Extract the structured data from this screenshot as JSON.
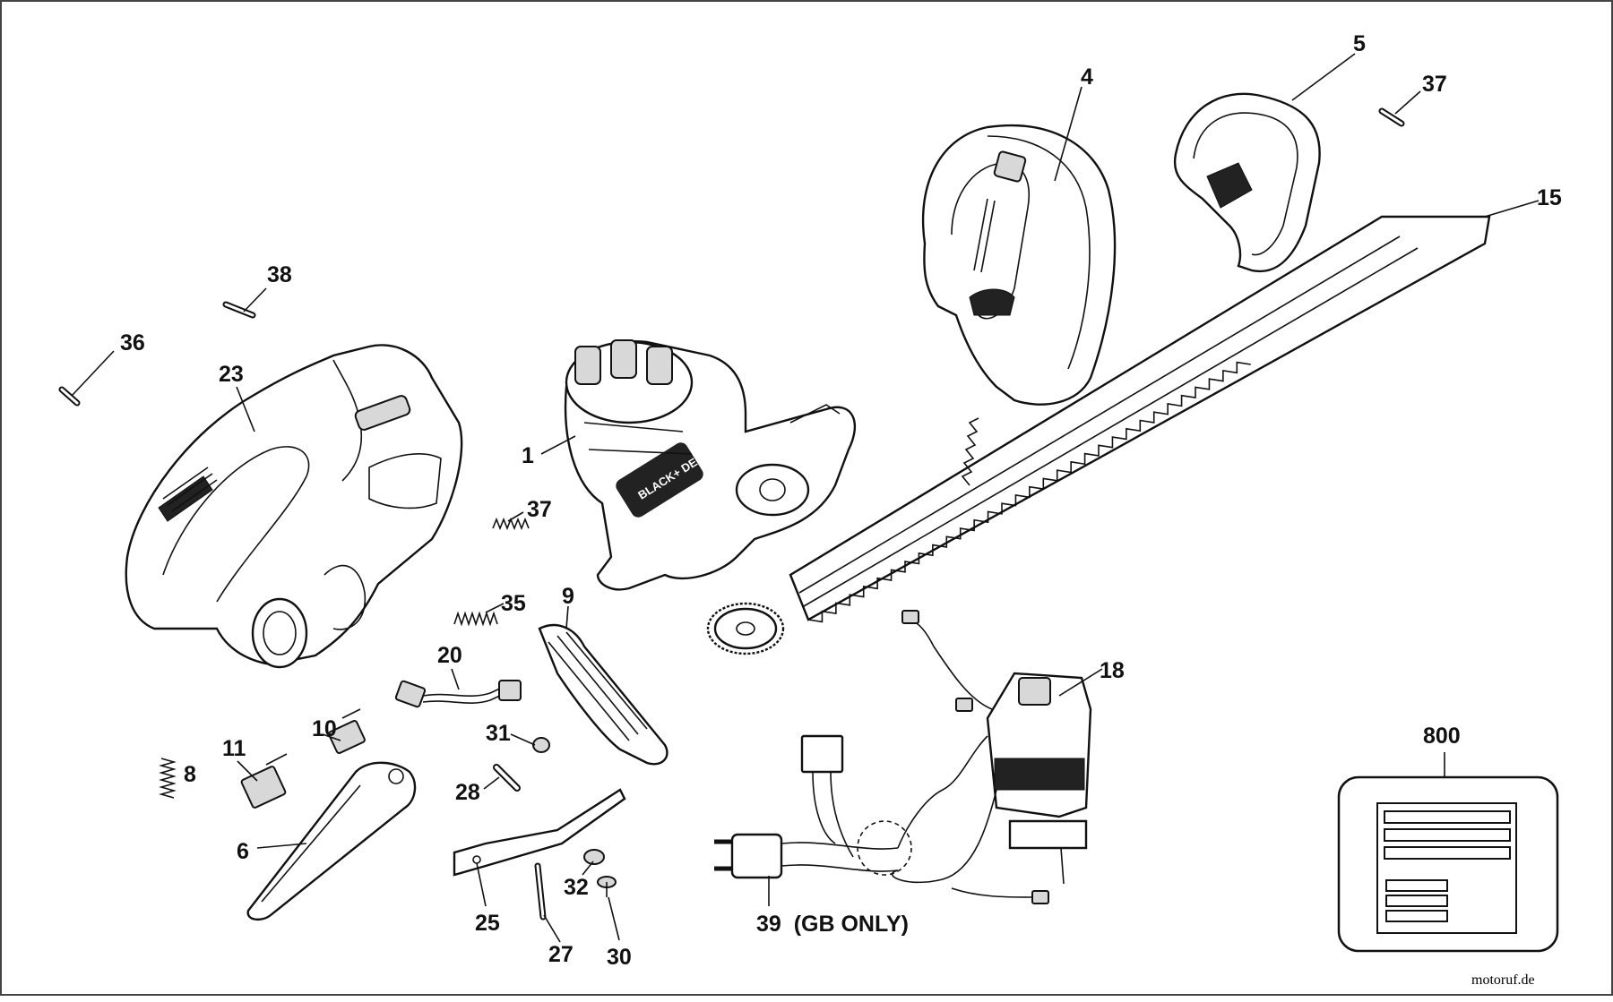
{
  "diagram": {
    "callouts": [
      {
        "id": "c1",
        "text": "1"
      },
      {
        "id": "c4",
        "text": "4"
      },
      {
        "id": "c5",
        "text": "5"
      },
      {
        "id": "c37a",
        "text": "37"
      },
      {
        "id": "c15",
        "text": "15"
      },
      {
        "id": "c38",
        "text": "38"
      },
      {
        "id": "c36",
        "text": "36"
      },
      {
        "id": "c23",
        "text": "23"
      },
      {
        "id": "c37b",
        "text": "37"
      },
      {
        "id": "c35",
        "text": "35"
      },
      {
        "id": "c9",
        "text": "9"
      },
      {
        "id": "c20",
        "text": "20"
      },
      {
        "id": "c18",
        "text": "18"
      },
      {
        "id": "c31",
        "text": "31"
      },
      {
        "id": "c10",
        "text": "10"
      },
      {
        "id": "c11",
        "text": "11"
      },
      {
        "id": "c8",
        "text": "8"
      },
      {
        "id": "c28",
        "text": "28"
      },
      {
        "id": "c6",
        "text": "6"
      },
      {
        "id": "c32",
        "text": "32"
      },
      {
        "id": "c25",
        "text": "25"
      },
      {
        "id": "c27",
        "text": "27"
      },
      {
        "id": "c30",
        "text": "30"
      },
      {
        "id": "c39",
        "text": "39  (GB ONLY)"
      },
      {
        "id": "c800",
        "text": "800"
      }
    ],
    "housing_logo": "BLACK+ DECKER",
    "watermark": {
      "part1": "motor",
      "part2": "uf",
      "suffix": ".de"
    }
  }
}
